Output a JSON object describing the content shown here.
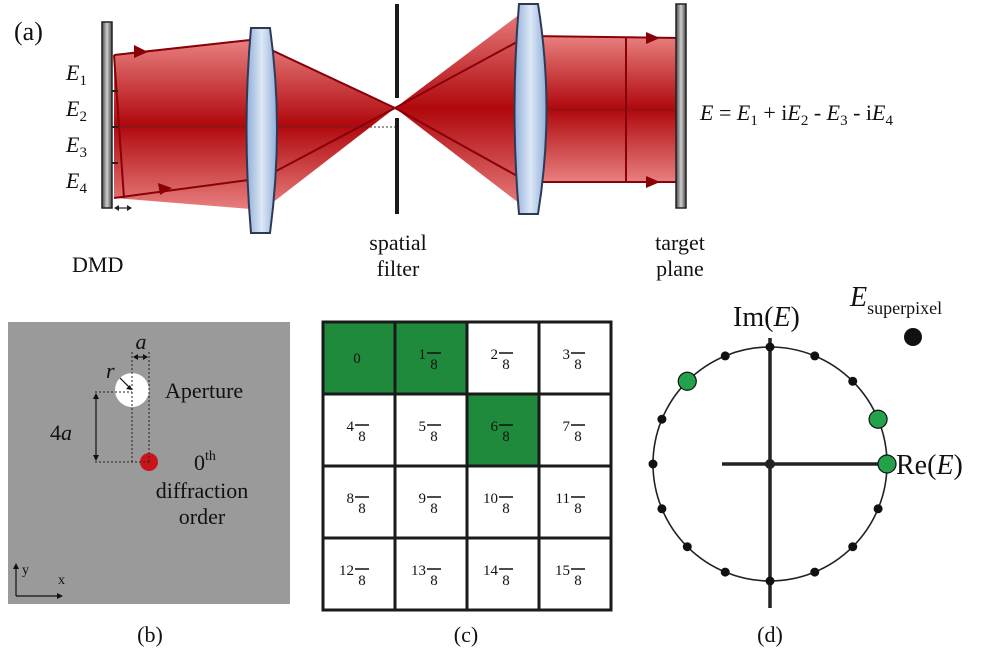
{
  "panel_a": {
    "label": "(a)",
    "fields": [
      "E",
      "1",
      "E",
      "2",
      "E",
      "3",
      "E",
      "4"
    ],
    "dmd_label": "DMD",
    "spatial_filter_label": [
      "spatial",
      "filter"
    ],
    "target_plane_label": [
      "target",
      "plane"
    ],
    "equation": {
      "lhs": "E",
      "eq": " = ",
      "terms": [
        "E",
        "1",
        " + i",
        "E",
        "2",
        " - ",
        "E",
        "3",
        " - i",
        "E",
        "4"
      ]
    }
  },
  "panel_b": {
    "label": "(b)",
    "a_label": "a",
    "r_label": "r",
    "aperture_label": "Aperture",
    "distance_label": [
      "4",
      "a"
    ],
    "order_label": [
      "0",
      "th"
    ],
    "diffraction_label": "diffraction",
    "order_word": "order",
    "y_axis": "y",
    "x_axis": "x"
  },
  "panel_c": {
    "label": "(c)",
    "cells": [
      {
        "num": "0",
        "den": "",
        "on": true
      },
      {
        "num": "1",
        "den": "8",
        "on": true
      },
      {
        "num": "2",
        "den": "8",
        "on": false
      },
      {
        "num": "3",
        "den": "8",
        "on": false
      },
      {
        "num": "4",
        "den": "8",
        "on": false
      },
      {
        "num": "5",
        "den": "8",
        "on": false
      },
      {
        "num": "6",
        "den": "8",
        "on": true
      },
      {
        "num": "7",
        "den": "8",
        "on": false
      },
      {
        "num": "8",
        "den": "8",
        "on": false
      },
      {
        "num": "9",
        "den": "8",
        "on": false
      },
      {
        "num": "10",
        "den": "8",
        "on": false
      },
      {
        "num": "11",
        "den": "8",
        "on": false
      },
      {
        "num": "12",
        "den": "8",
        "on": false
      },
      {
        "num": "13",
        "den": "8",
        "on": false
      },
      {
        "num": "14",
        "den": "8",
        "on": false
      },
      {
        "num": "15",
        "den": "8",
        "on": false
      }
    ]
  },
  "panel_d": {
    "label": "(d)",
    "im_label": [
      "Im(",
      "E",
      ")"
    ],
    "re_label": [
      "Re(",
      "E",
      ")"
    ],
    "superpixel_label": [
      "E",
      "superpixel"
    ],
    "phasor_count": 16,
    "highlighted_indices": [
      0,
      1,
      6
    ]
  },
  "colors": {
    "beam": "#b0080d",
    "beam_light": "#e36a6a",
    "lens": "#b7cbe8",
    "on_pixel": "#1f8a3c",
    "green_dot": "#22a24a",
    "background_b": "#9a9a9a"
  }
}
